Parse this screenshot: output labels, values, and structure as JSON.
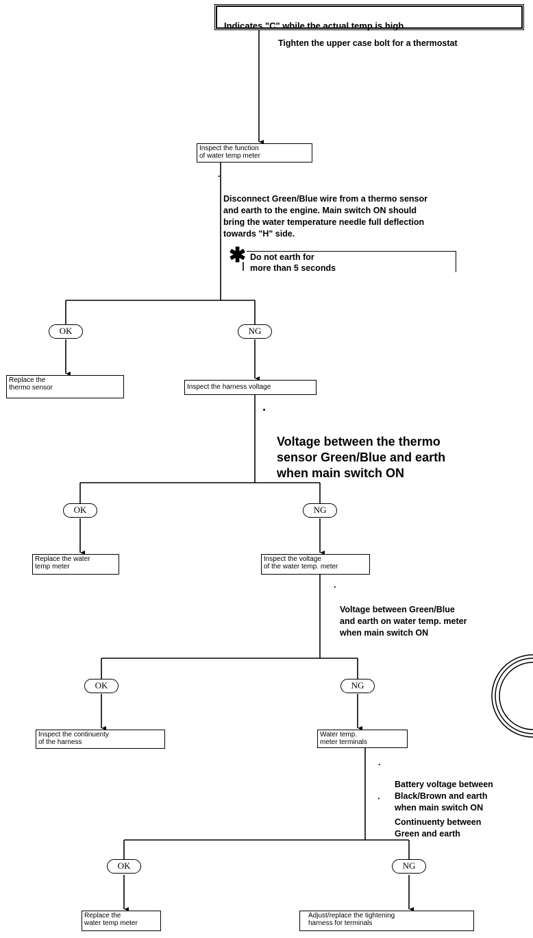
{
  "title": "Indicates \"C\" while the actual temp is high",
  "steps": {
    "tighten_note": "Tighten the upper case bolt for a thermostat",
    "inspect_meter_function": "Inspect the function\nof water temp meter",
    "disconnect_note": "Disconnect Green/Blue wire from a thermo sensor\nand earth to the engine.  Main switch ON should\nbring the water temperature needle full deflection\ntowards \"H\" side.",
    "warning": "Do not earth for\nmore than 5 seconds",
    "replace_thermo_sensor": "Replace the\n  thermo sensor",
    "inspect_harness_voltage": "Inspect the harness voltage",
    "harness_voltage_note": "Voltage between the thermo\nsensor Green/Blue and earth\nwhen main switch ON",
    "replace_water_temp_meter_1": "Replace the water\ntemp meter",
    "inspect_meter_voltage": "Inspect the voltage\nof the water temp. meter",
    "meter_voltage_note": "Voltage between Green/Blue\nand earth on water temp. meter\nwhen main switch ON",
    "inspect_continuity": "Inspect the continuenty\nof the harness",
    "meter_terminals": "Water temp.\nmeter terminals",
    "battery_voltage_note": "Battery voltage between\nBlack/Brown and earth\nwhen main switch ON",
    "continuity_note": "Continuenty between\nGreen and earth",
    "replace_water_temp_meter_2": "Replace the\nwater temp meter",
    "adjust_harness": "Adjust/replace the tightening\n harness for terminals"
  },
  "labels": {
    "ok": "OK",
    "ng": "NG",
    "dot": ".",
    "mid": "·",
    "star": "✱"
  }
}
